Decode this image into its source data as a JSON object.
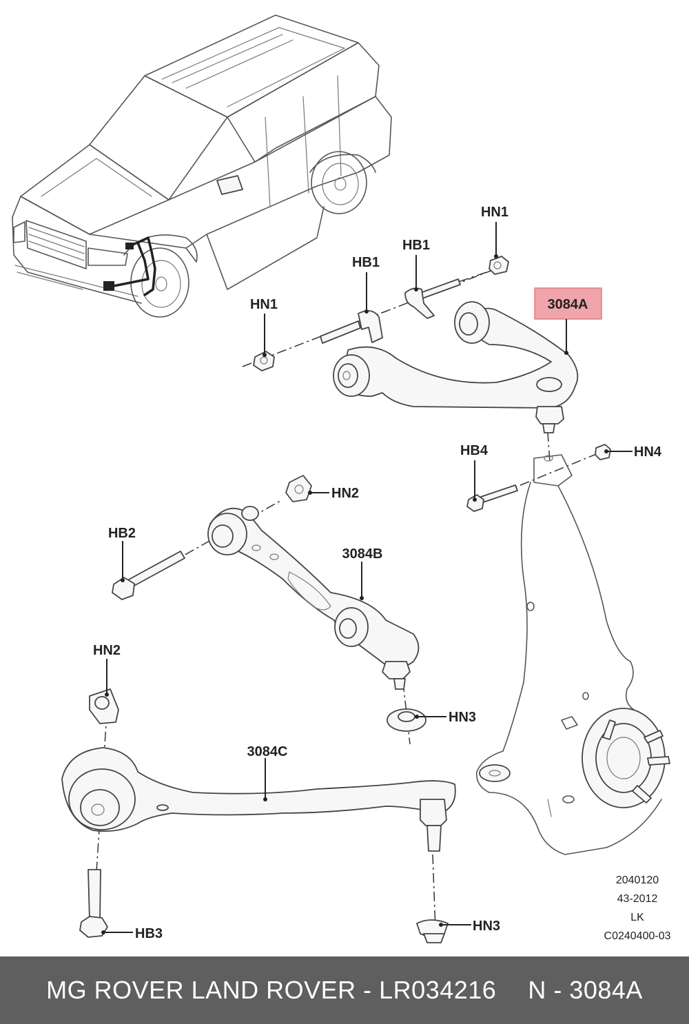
{
  "labels": {
    "hn1_top": "HN1",
    "hb1_top": "HB1",
    "hb1_left": "HB1",
    "hn1_left": "HN1",
    "part_3084a": "3084A",
    "hb4": "HB4",
    "hn4": "HN4",
    "hn2_upper": "HN2",
    "hb2": "HB2",
    "part_3084b": "3084B",
    "hn2_lower": "HN2",
    "hn3_upper": "HN3",
    "part_3084c": "3084C",
    "hb3": "HB3",
    "hn3_lower": "HN3"
  },
  "reference_block": [
    "2040120",
    "43-2012",
    "LK",
    "C0240400-03"
  ],
  "footer": {
    "brand_part": "MG ROVER LAND ROVER - LR034216",
    "ref_part": "N - 3084A"
  },
  "colors": {
    "highlight": "#f0a5aa",
    "footer_bg": "#5f5f5f"
  }
}
